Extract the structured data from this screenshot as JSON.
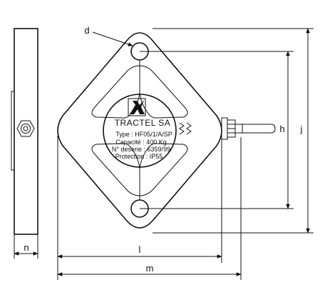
{
  "dimensions": {
    "d": "d",
    "h": "h",
    "j": "j",
    "l": "l",
    "m": "m",
    "n": "n"
  },
  "nameplate": {
    "brand": "TRACTEL  SA",
    "type_line": "Type : HF05/1/A/SP",
    "capacity_line": "Capacité : 400 Kg",
    "serial_line": "N° deserie : 6359/99",
    "protection_line": "Protection : IP55"
  },
  "icons": {
    "logo": "tractel-logo-icon",
    "hex_nut": "hex-nut-icon",
    "cable": "cable-gland-icon"
  }
}
